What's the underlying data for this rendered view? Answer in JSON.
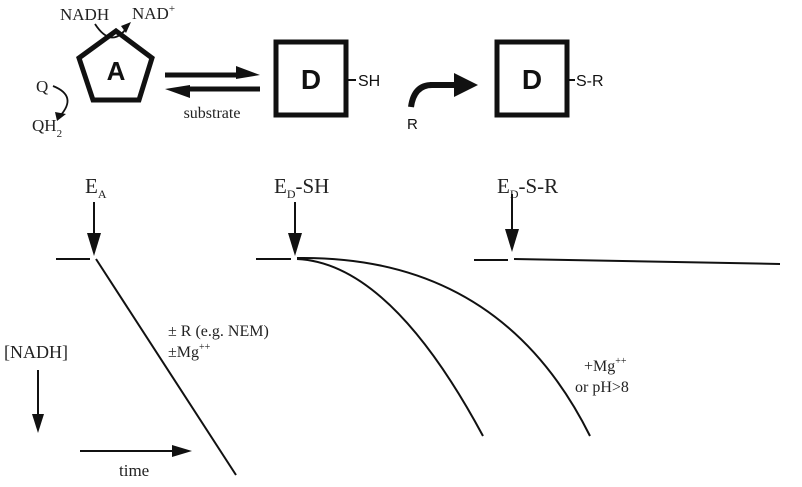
{
  "scheme": {
    "active_form": {
      "letter": "A"
    },
    "deactive_form": {
      "letter": "D",
      "group": "SH"
    },
    "modified_form": {
      "letter": "D",
      "group": "S-R"
    },
    "nadh_label": "NADH",
    "nad_label": {
      "base": "NAD",
      "sup": "+"
    },
    "q_label": "Q",
    "qh2_label": {
      "base": "QH",
      "sub": "2"
    },
    "substrate_label": "substrate",
    "reagent_label": "R"
  },
  "traces": {
    "labels": {
      "ea": {
        "base": "E",
        "sub": "A",
        "rest": ""
      },
      "ed_sh": {
        "base": "E",
        "sub": "D",
        "rest": "-SH"
      },
      "ed_sr": {
        "base": "E",
        "sub": "D",
        "rest": "-S-R"
      }
    },
    "annotation_r": "± R (e.g. NEM)",
    "annotation_mg": {
      "base": "±Mg",
      "sup": "++"
    },
    "annotation_mg_ph": {
      "line1_base": "+Mg",
      "line1_sup": "++",
      "line2": "or pH>8"
    },
    "y_axis_label": "[NADH]",
    "x_axis_label": "time"
  }
}
